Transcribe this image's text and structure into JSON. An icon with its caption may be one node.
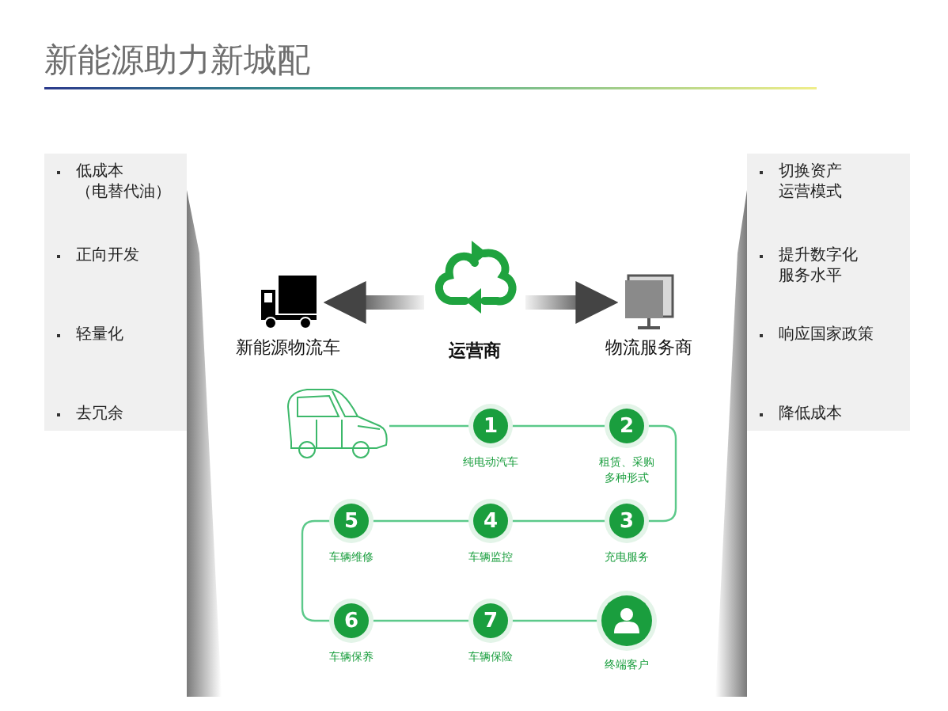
{
  "diagram": {
    "title": "新能源助力新城配",
    "nodes": [
      {
        "text": [
          "低成本（电替代油）",
          "正向开发",
          "轻量化",
          "去冗余"
        ]
      },
      {
        "text": [
          "新能源物流车"
        ]
      },
      {
        "text": [
          "运营商"
        ]
      },
      {
        "text": [
          "物流服务商"
        ]
      },
      {
        "text": [
          "切换资产运营模式",
          "提升数字化服务水平",
          "响应国家政策",
          "降低成本"
        ]
      },
      {
        "text": [],
        "shape": "picture"
      },
      {
        "text": [
          "1"
        ],
        "beside": [
          "纯电动汽车"
        ]
      },
      {
        "text": [
          "2"
        ],
        "beside": [
          "租赁、采购多种形式"
        ]
      },
      {
        "text": [
          "3"
        ],
        "beside": [
          "充电服务"
        ]
      },
      {
        "text": [
          "4"
        ],
        "beside": [
          "车辆监控"
        ]
      },
      {
        "text": [
          "5"
        ],
        "beside": [
          "车辆维修"
        ]
      },
      {
        "text": [
          "6"
        ],
        "beside": [
          "车辆保养"
        ]
      },
      {
        "text": [
          "7"
        ],
        "beside": [
          "车辆保险"
        ]
      },
      {
        "text": [],
        "shape": "circle",
        "beside": [
          "终端客户"
        ]
      }
    ],
    "edges": [
      {
        "from": 2,
        "to": 1,
        "arrow": "to",
        "style": "thick",
        "color": "#444444"
      },
      {
        "from": 2,
        "to": 3,
        "arrow": "to",
        "style": "thick",
        "color": "#444444"
      },
      {
        "from": 5,
        "to": 6,
        "arrow": "none"
      },
      {
        "from": 6,
        "to": 7,
        "arrow": "none"
      },
      {
        "from": 7,
        "to": 8,
        "arrow": "none"
      },
      {
        "from": 8,
        "to": 9,
        "arrow": "none"
      },
      {
        "from": 9,
        "to": 10,
        "arrow": "none"
      },
      {
        "from": 10,
        "to": 11,
        "arrow": "none"
      },
      {
        "from": 11,
        "to": 12,
        "arrow": "none"
      },
      {
        "from": 12,
        "to": 13,
        "arrow": "none"
      }
    ]
  }
}
